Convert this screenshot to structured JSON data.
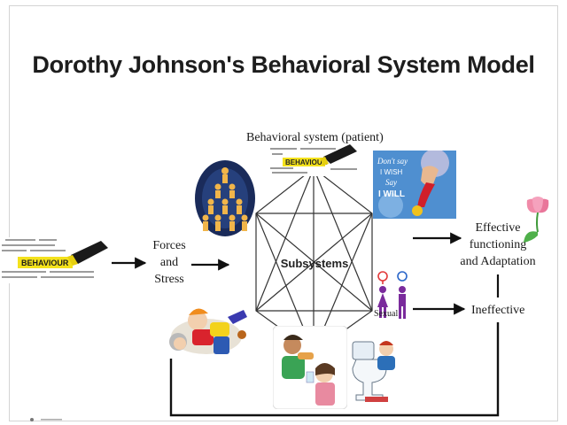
{
  "title": "Dorothy Johnson's Behavioral System Model",
  "labels": {
    "behavioral_system": "Behavioral system (patient)",
    "forces": "Forces",
    "and": "and",
    "stress": "Stress",
    "subsystems": "Subsystems",
    "effective_1": "Effective",
    "effective_2": "functioning",
    "effective_3": "and Adaptation",
    "ineffective": "Ineffective",
    "sexual": "Sexual"
  },
  "images": {
    "behaviour_text": "BEHAVIOUR",
    "poster_line1": "Don't say",
    "poster_line2": "I WISH",
    "poster_line3": "Say",
    "poster_line4": "I WILL"
  },
  "colors": {
    "arrow": "#111111",
    "highlighter": "#f4e21c",
    "tulip": "#f08aa8",
    "poster_bg": "#4f8fd0"
  }
}
